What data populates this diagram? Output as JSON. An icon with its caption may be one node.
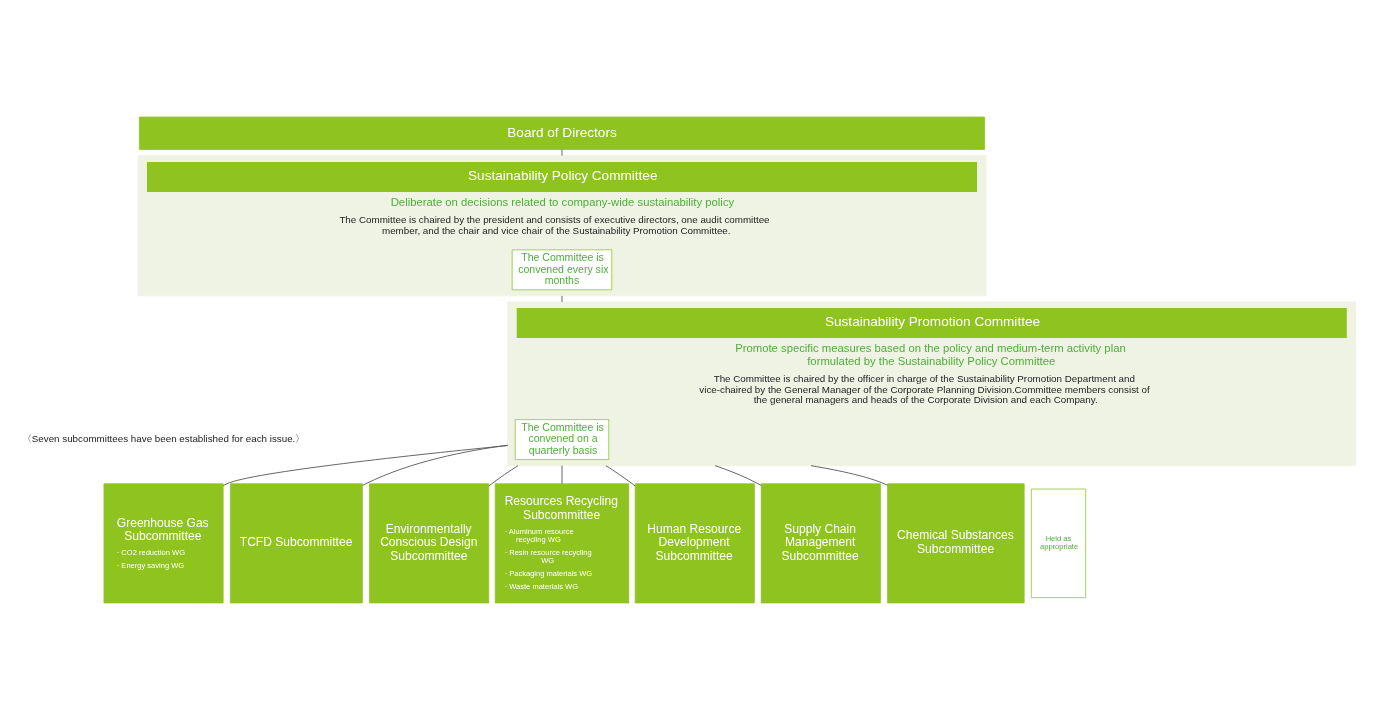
{
  "diagram": {
    "nodes": [
      {
        "text": [
          "Board of Directors"
        ]
      },
      {
        "text": [
          "Sustainability Policy Committee",
          "Deliberate on decisions related to company-wide sustainability policy",
          "The Committee is chaired by the president and consists of executive directors, one audit committee member, and the chair and vice chair of the Sustainability Promotion Committee."
        ]
      },
      {
        "text": [
          "The Committee is convened every six months"
        ],
        "in": 1
      },
      {
        "text": [
          "Sustainability Promotion Committee",
          "Promote specific measures based on the policy and medium-term activity plan formulated by the Sustainability Policy Committee",
          "The Committee is chaired by the officer in charge of the Sustainability Promotion Department and vice-chaired by the General Manager of the Corporate Planning Division.Committee members consist of the general managers and heads of the Corporate Division and each Company."
        ]
      },
      {
        "text": [
          "The Committee is convened on a quarterly basis"
        ],
        "in": 3
      },
      {
        "text": [
          "Greenhouse Gas Subcommittee",
          "· CO2 reduction WG",
          "· Energy saving WG"
        ]
      },
      {
        "text": [
          "TCFD Subcommittee"
        ]
      },
      {
        "text": [
          "Environmentally Conscious Design Subcommittee"
        ]
      },
      {
        "text": [
          "Resources Recycling Subcommittee",
          "· Aluminum resource recycling WG",
          "· Resin resource recycling WG",
          "· Packaging materials WG",
          "· Waste materials WG"
        ]
      },
      {
        "text": [
          "Human Resource Development Subcommittee"
        ]
      },
      {
        "text": [
          "Supply Chain Management Subcommittee"
        ]
      },
      {
        "text": [
          "Chemical Substances Subcommittee"
        ]
      },
      {
        "text": [
          "Held as appropriate"
        ]
      }
    ],
    "edges": [
      {
        "from": 0,
        "to": 1,
        "arrow": "none"
      },
      {
        "from": 1,
        "to": 3,
        "arrow": "none"
      },
      {
        "from": 3,
        "to": 5,
        "arrow": "none"
      },
      {
        "from": 3,
        "to": 6,
        "arrow": "none"
      },
      {
        "from": 3,
        "to": 7,
        "arrow": "none"
      },
      {
        "from": 3,
        "to": 8,
        "arrow": "none"
      },
      {
        "from": 3,
        "to": 9,
        "arrow": "none"
      },
      {
        "from": 3,
        "to": 10,
        "arrow": "none"
      },
      {
        "from": 3,
        "to": 11,
        "arrow": "none"
      }
    ],
    "labels": [
      "〈Seven subcommittees have been established for each issue.〉"
    ]
  }
}
